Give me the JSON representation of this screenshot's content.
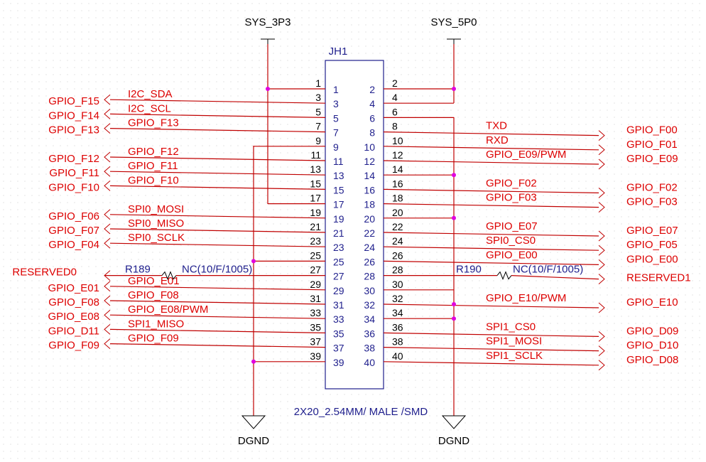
{
  "connector": {
    "refdes": "JH1",
    "description": "2X20_2.54MM/ MALE /SMD",
    "inner_left_numbers": [
      "1",
      "3",
      "5",
      "7",
      "9",
      "11",
      "13",
      "15",
      "17",
      "19",
      "21",
      "23",
      "25",
      "27",
      "29",
      "31",
      "33",
      "35",
      "37",
      "39"
    ],
    "inner_right_numbers": [
      "2",
      "4",
      "6",
      "8",
      "10",
      "12",
      "14",
      "16",
      "18",
      "20",
      "22",
      "24",
      "26",
      "28",
      "30",
      "32",
      "34",
      "36",
      "38",
      "40"
    ]
  },
  "power": {
    "left_rail": "SYS_3P3",
    "right_rail": "SYS_5P0",
    "left_ground": "DGND",
    "right_ground": "DGND"
  },
  "left_pins": [
    {
      "pin": "1",
      "net": "",
      "port": ""
    },
    {
      "pin": "3",
      "net": "I2C_SDA",
      "port": "GPIO_F15"
    },
    {
      "pin": "5",
      "net": "I2C_SCL",
      "port": "GPIO_F14"
    },
    {
      "pin": "7",
      "net": "GPIO_F13",
      "port": "GPIO_F13"
    },
    {
      "pin": "9",
      "net": "",
      "port": ""
    },
    {
      "pin": "11",
      "net": "GPIO_F12",
      "port": "GPIO_F12"
    },
    {
      "pin": "13",
      "net": "GPIO_F11",
      "port": "GPIO_F11"
    },
    {
      "pin": "15",
      "net": "GPIO_F10",
      "port": "GPIO_F10"
    },
    {
      "pin": "17",
      "net": "",
      "port": ""
    },
    {
      "pin": "19",
      "net": "SPI0_MOSI",
      "port": "GPIO_F06"
    },
    {
      "pin": "21",
      "net": "SPI0_MISO",
      "port": "GPIO_F07"
    },
    {
      "pin": "23",
      "net": "SPI0_SCLK",
      "port": "GPIO_F04"
    },
    {
      "pin": "25",
      "net": "",
      "port": ""
    },
    {
      "pin": "27",
      "net": "",
      "port": "RESERVED0"
    },
    {
      "pin": "29",
      "net": "GPIO_E01",
      "port": "GPIO_E01"
    },
    {
      "pin": "31",
      "net": "GPIO_F08",
      "port": "GPIO_F08"
    },
    {
      "pin": "33",
      "net": "GPIO_E08/PWM",
      "port": "GPIO_E08"
    },
    {
      "pin": "35",
      "net": "SPI1_MISO",
      "port": "GPIO_D11"
    },
    {
      "pin": "37",
      "net": "GPIO_F09",
      "port": "GPIO_F09"
    },
    {
      "pin": "39",
      "net": "",
      "port": ""
    }
  ],
  "right_pins": [
    {
      "pin": "2",
      "net": "",
      "port": ""
    },
    {
      "pin": "4",
      "net": "",
      "port": ""
    },
    {
      "pin": "6",
      "net": "",
      "port": ""
    },
    {
      "pin": "8",
      "net": "TXD",
      "port": "GPIO_F00"
    },
    {
      "pin": "10",
      "net": "RXD",
      "port": "GPIO_F01"
    },
    {
      "pin": "12",
      "net": "GPIO_E09/PWM",
      "port": "GPIO_E09"
    },
    {
      "pin": "14",
      "net": "",
      "port": ""
    },
    {
      "pin": "16",
      "net": "GPIO_F02",
      "port": "GPIO_F02"
    },
    {
      "pin": "18",
      "net": "GPIO_F03",
      "port": "GPIO_F03"
    },
    {
      "pin": "20",
      "net": "",
      "port": ""
    },
    {
      "pin": "22",
      "net": "GPIO_E07",
      "port": "GPIO_E07"
    },
    {
      "pin": "24",
      "net": "SPI0_CS0",
      "port": "GPIO_F05"
    },
    {
      "pin": "26",
      "net": "GPIO_E00",
      "port": "GPIO_E00"
    },
    {
      "pin": "28",
      "net": "",
      "port": "RESERVED1"
    },
    {
      "pin": "30",
      "net": "",
      "port": ""
    },
    {
      "pin": "32",
      "net": "GPIO_E10/PWM",
      "port": "GPIO_E10"
    },
    {
      "pin": "34",
      "net": "",
      "port": ""
    },
    {
      "pin": "36",
      "net": "SPI1_CS0",
      "port": "GPIO_D09"
    },
    {
      "pin": "38",
      "net": "SPI1_MOSI",
      "port": "GPIO_D10"
    },
    {
      "pin": "40",
      "net": "SPI1_SCLK",
      "port": "GPIO_D08"
    }
  ],
  "resistors": [
    {
      "refdes": "R189",
      "value": "NC(10/F/1005)"
    },
    {
      "refdes": "R190",
      "value": "NC(10/F/1005)"
    }
  ],
  "colors": {
    "wire": "#c00000",
    "net_label": "#dd0000",
    "symbol": "#1e1e8c",
    "junction": "#e000e0"
  }
}
